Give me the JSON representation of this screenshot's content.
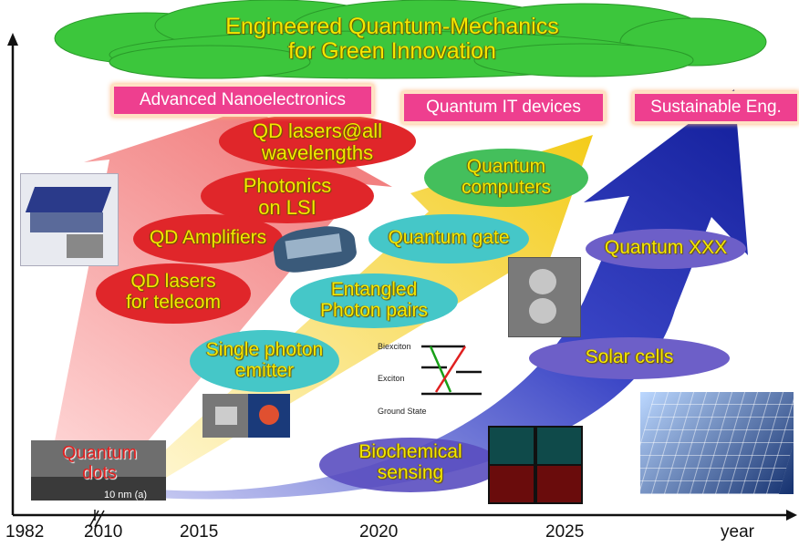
{
  "banner": {
    "line1": "Engineered Quantum-Mechanics",
    "line2": "for Green Innovation"
  },
  "categories": [
    {
      "label": "Advanced Nanoelectronics"
    },
    {
      "label": "Quantum IT devices"
    },
    {
      "label": "Sustainable Eng."
    }
  ],
  "bubbles": {
    "qd_lasers_all": {
      "line1": "QD lasers@all",
      "line2": "wavelengths"
    },
    "photonics_lsi": {
      "line1": "Photonics",
      "line2": "on LSI"
    },
    "qd_amplifiers": {
      "line1": "QD Amplifiers"
    },
    "qd_lasers_telecom": {
      "line1": "QD lasers",
      "line2": "for telecom"
    },
    "quantum_computers": {
      "line1": "Quantum",
      "line2": "computers"
    },
    "quantum_gate": {
      "line1": "Quantum gate"
    },
    "entangled": {
      "line1": "Entangled",
      "line2": "Photon pairs"
    },
    "single_photon": {
      "line1": "Single photon",
      "line2": "emitter"
    },
    "quantum_xxx": {
      "line1": "Quantum XXX"
    },
    "solar_cells": {
      "line1": "Solar cells"
    },
    "biochemical": {
      "line1": "Biochemical",
      "line2": "sensing"
    },
    "quantum_dots": {
      "line1": "Quantum",
      "line2": "dots"
    }
  },
  "scale_bar": {
    "label": "10 nm",
    "panel": "(a)"
  },
  "energy_levels": {
    "biexciton": "Biexciton",
    "exciton": "Exciton",
    "ground": "Ground State"
  },
  "axis": {
    "ticks": [
      "1982",
      "2010",
      "2015",
      "2020",
      "2025"
    ],
    "xlabel": "year"
  },
  "colors": {
    "cloud": "#3cc63c",
    "category_bg": "#ee3f8f",
    "red_bubble": "#e0262a",
    "cyan_bubble": "#45c7c8",
    "green_bubble": "#44bf5c",
    "purple_bubble": "#6d5fc8",
    "label_text": "#f4e800",
    "blue_arrow": "#1c2aa8",
    "yellow_arrow": "#f4d000",
    "pink_arrow": "#f08080"
  }
}
